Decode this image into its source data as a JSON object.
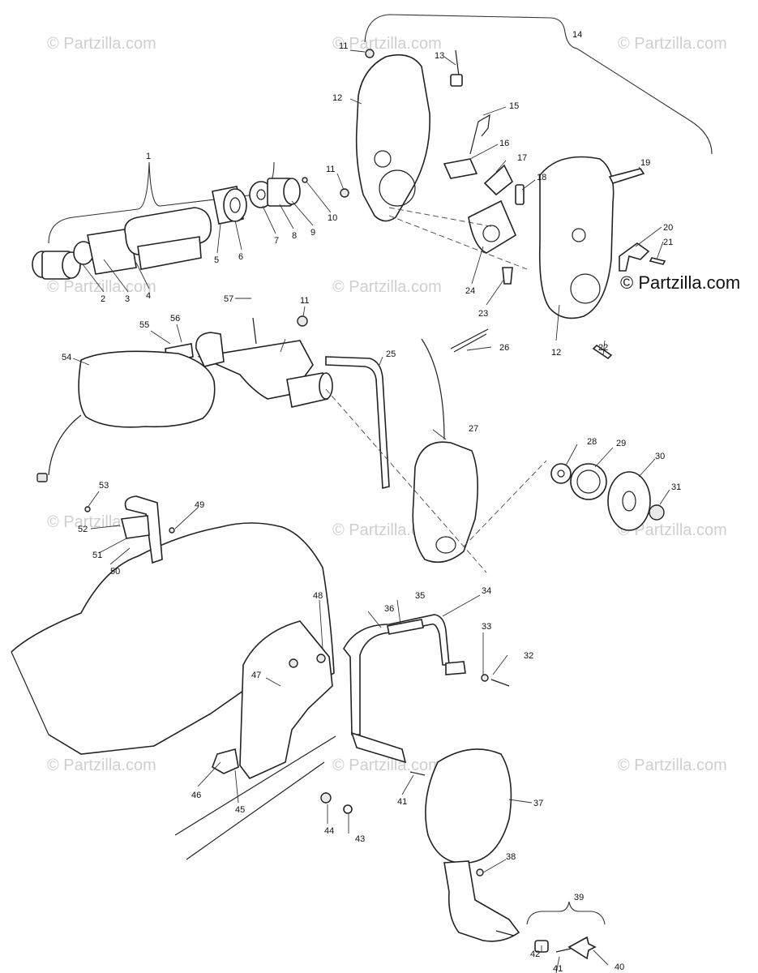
{
  "watermark": "© Partzilla.com",
  "brand_mark": "© Partzilla.com",
  "callouts": [
    "1",
    "2",
    "3",
    "4",
    "5",
    "6",
    "7",
    "8",
    "9",
    "10",
    "11",
    "12",
    "13",
    "14",
    "15",
    "16",
    "17",
    "18",
    "19",
    "20",
    "21",
    "22",
    "23",
    "24",
    "25",
    "26",
    "27",
    "28",
    "29",
    "30",
    "31",
    "32",
    "33",
    "34",
    "35",
    "36",
    "37",
    "38",
    "39",
    "40",
    "41",
    "42",
    "43",
    "44",
    "45",
    "46",
    "47",
    "48",
    "49",
    "50",
    "51",
    "52",
    "53",
    "54",
    "55",
    "56",
    "57"
  ]
}
